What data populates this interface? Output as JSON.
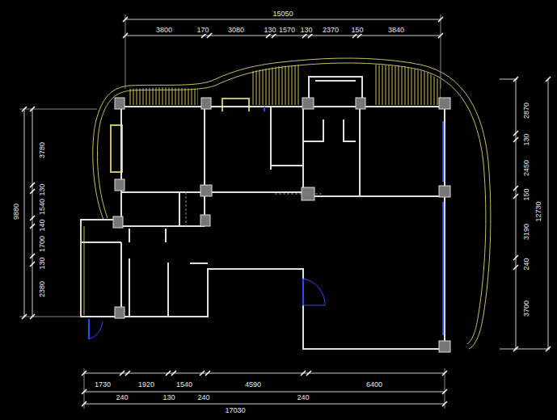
{
  "diagram": {
    "labels": [
      "15050",
      "3800",
      "170",
      "3080",
      "130",
      "1570",
      "130",
      "2370",
      "150",
      "3840",
      "9880",
      "3780",
      "130",
      "1540",
      "140",
      "1700",
      "130",
      "2380",
      "12730",
      "2870",
      "130",
      "2450",
      "150",
      "3190",
      "240",
      "3700",
      "1730",
      "1920",
      "1540",
      "4590",
      "6400",
      "240",
      "130",
      "240",
      "240",
      "17030"
    ]
  }
}
